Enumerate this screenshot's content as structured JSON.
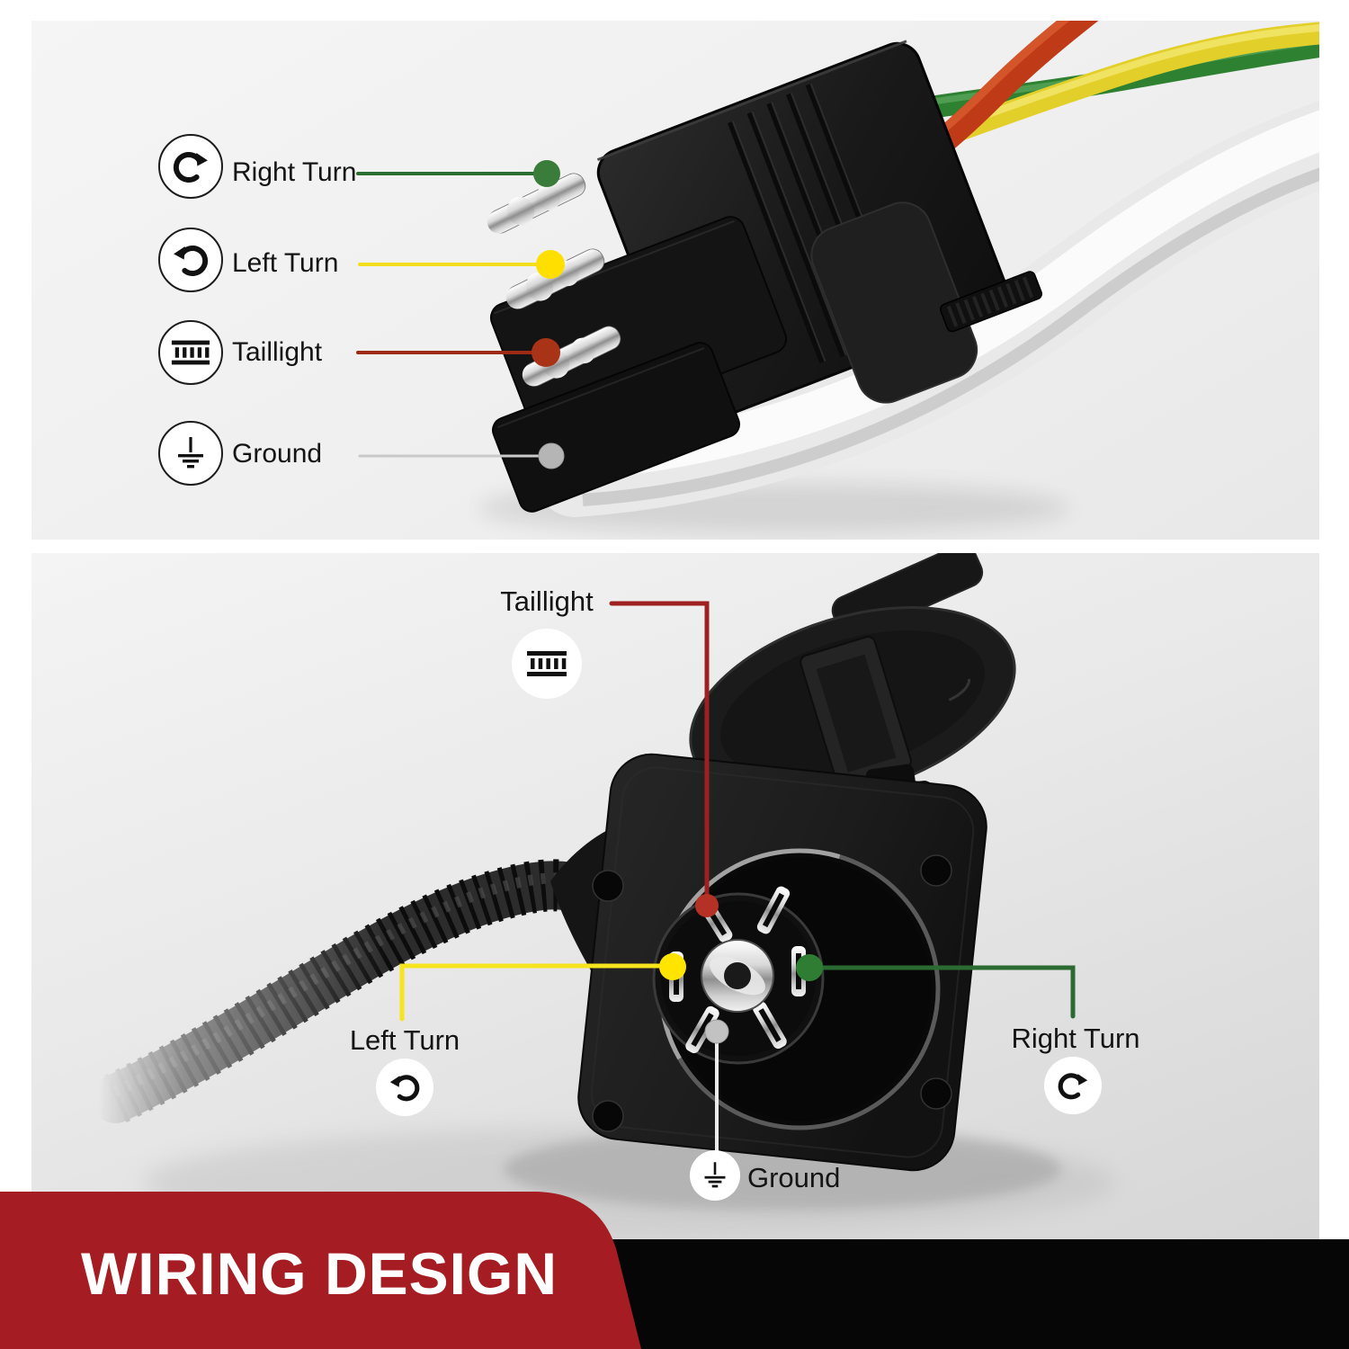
{
  "page": {
    "background": "#FFFFFF",
    "black_bar_color": "#060606"
  },
  "banner": {
    "title": "WIRING DESIGN",
    "background": "#A51D23",
    "text_color": "#FFFFFF"
  },
  "top_panel": {
    "subject": "4-pin flat trailer connector with pigtail wires",
    "labels": [
      {
        "text": "Right Turn",
        "icon": "right-turn-arrow-icon",
        "line_color": "#2C6E31",
        "dot_color": "#3A7D3A",
        "wire_color": "#2F8132"
      },
      {
        "text": "Left Turn",
        "icon": "left-turn-arrow-icon",
        "line_color": "#F2DE1D",
        "dot_color": "#FFDF00",
        "wire_color": "#E3CF2A"
      },
      {
        "text": "Taillight",
        "icon": "taillight-icon",
        "line_color": "#9C2A15",
        "dot_color": "#A93317",
        "wire_color": "#BF3A17"
      },
      {
        "text": "Ground",
        "icon": "ground-icon",
        "line_color": "#C9C9C9",
        "dot_color": "#B5B5B5",
        "wire_color": "#E9E9E9"
      }
    ]
  },
  "bottom_panel": {
    "subject": "7-way round trailer socket with spring-loaded cover",
    "labels": {
      "taillight": {
        "text": "Taillight",
        "icon": "taillight-icon",
        "line_color": "#9E2020",
        "dot_color": "#B53125"
      },
      "left_turn": {
        "text": "Left Turn",
        "icon": "left-turn-arrow-icon",
        "line_color": "#F6E41E",
        "dot_color": "#FFE400"
      },
      "right_turn": {
        "text": "Right Turn",
        "icon": "right-turn-arrow-icon",
        "line_color": "#2B6B31",
        "dot_color": "#2E7D33"
      },
      "ground": {
        "text": "Ground",
        "icon": "ground-icon",
        "line_color": "#ECECEC",
        "dot_color": "#C2C2C2"
      }
    }
  }
}
